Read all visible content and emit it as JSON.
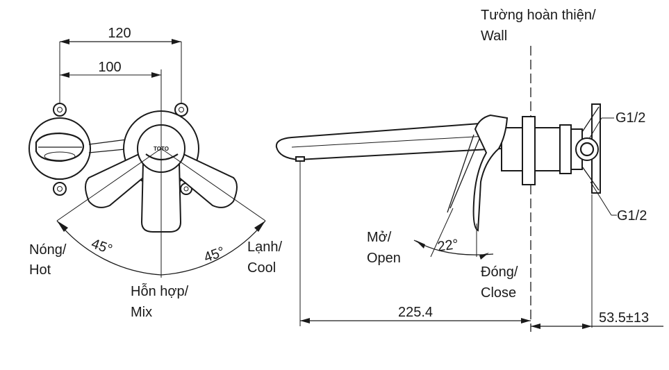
{
  "dimensions": {
    "width_total": "120",
    "width_center": "100",
    "spout_length": "225.4",
    "wall_depth": "53.5±13"
  },
  "angles": {
    "hot_angle": "45°",
    "cool_angle": "45°",
    "open_angle": "22°"
  },
  "labels": {
    "hot_vi": "Nóng/",
    "hot_en": "Hot",
    "cool_vi": "Lạnh/",
    "cool_en": "Cool",
    "mix_vi": "Hỗn hợp/",
    "mix_en": "Mix",
    "open_vi": "Mở/",
    "open_en": "Open",
    "close_vi": "Đóng/",
    "close_en": "Close",
    "wall_vi": "Tường hoàn thiện/",
    "wall_en": "Wall",
    "thread_top": "G1/2",
    "thread_bottom": "G1/2"
  },
  "brand": "TOTO"
}
